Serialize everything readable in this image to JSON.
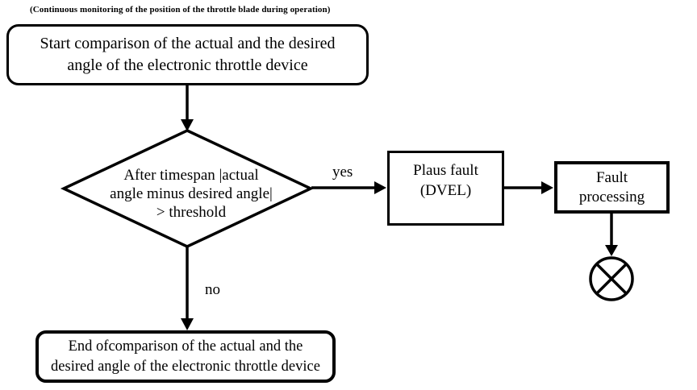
{
  "caption": "(Continuous monitoring of the position of the throttle blade during operation)",
  "flowchart": {
    "start": {
      "lines": [
        "Start comparison of the actual and the desired",
        "angle of the electronic throttle device"
      ]
    },
    "decision": {
      "lines": [
        "After timespan |actual",
        "angle minus desired angle|",
        "> threshold"
      ]
    },
    "plaus_fault": {
      "lines": [
        "Plaus fault",
        "(DVEL)"
      ]
    },
    "fault_processing": {
      "lines": [
        "Fault",
        "processing"
      ]
    },
    "end": {
      "lines": [
        "End ofcomparison of the actual and the",
        "desired angle of the electronic throttle device"
      ]
    },
    "edge_labels": {
      "yes": "yes",
      "no": "no"
    },
    "terminator_icon": "circle-x"
  },
  "colors": {
    "stroke": "#000000",
    "background": "#ffffff",
    "text": "#000000"
  }
}
